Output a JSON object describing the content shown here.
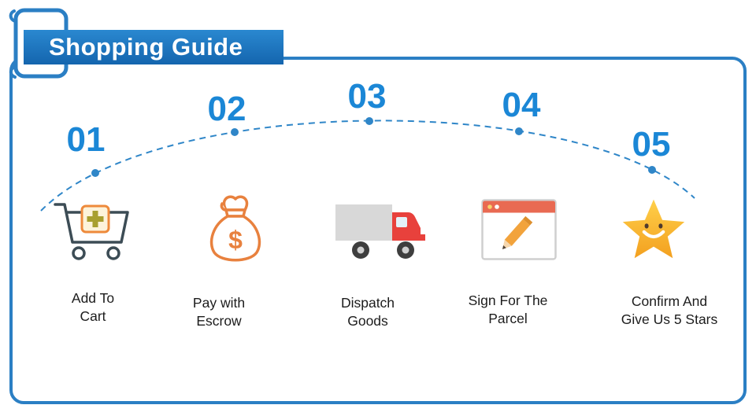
{
  "title_banner": {
    "text": "Shopping Guide"
  },
  "theme": {
    "frame_blue": "#2b7fc4",
    "banner_blue": "#1a73c0",
    "number_blue": "#1b87d6",
    "arc_blue": "#2f86c8",
    "label_color": "#1c1c1c"
  },
  "steps": [
    {
      "number": "01",
      "icon": "shopping-cart",
      "label_line1": "Add To",
      "label_line2": "Cart"
    },
    {
      "number": "02",
      "icon": "money-bag",
      "label_line1": "Pay with",
      "label_line2": "Escrow"
    },
    {
      "number": "03",
      "icon": "delivery-truck",
      "label_line1": "Dispatch",
      "label_line2": "Goods"
    },
    {
      "number": "04",
      "icon": "sign-document",
      "label_line1": "Sign For The",
      "label_line2": "Parcel"
    },
    {
      "number": "05",
      "icon": "smiling-star",
      "label_line1": "Confirm And",
      "label_line2": "Give Us 5 Stars"
    }
  ],
  "icons": {
    "money_bag_symbol": "$"
  }
}
